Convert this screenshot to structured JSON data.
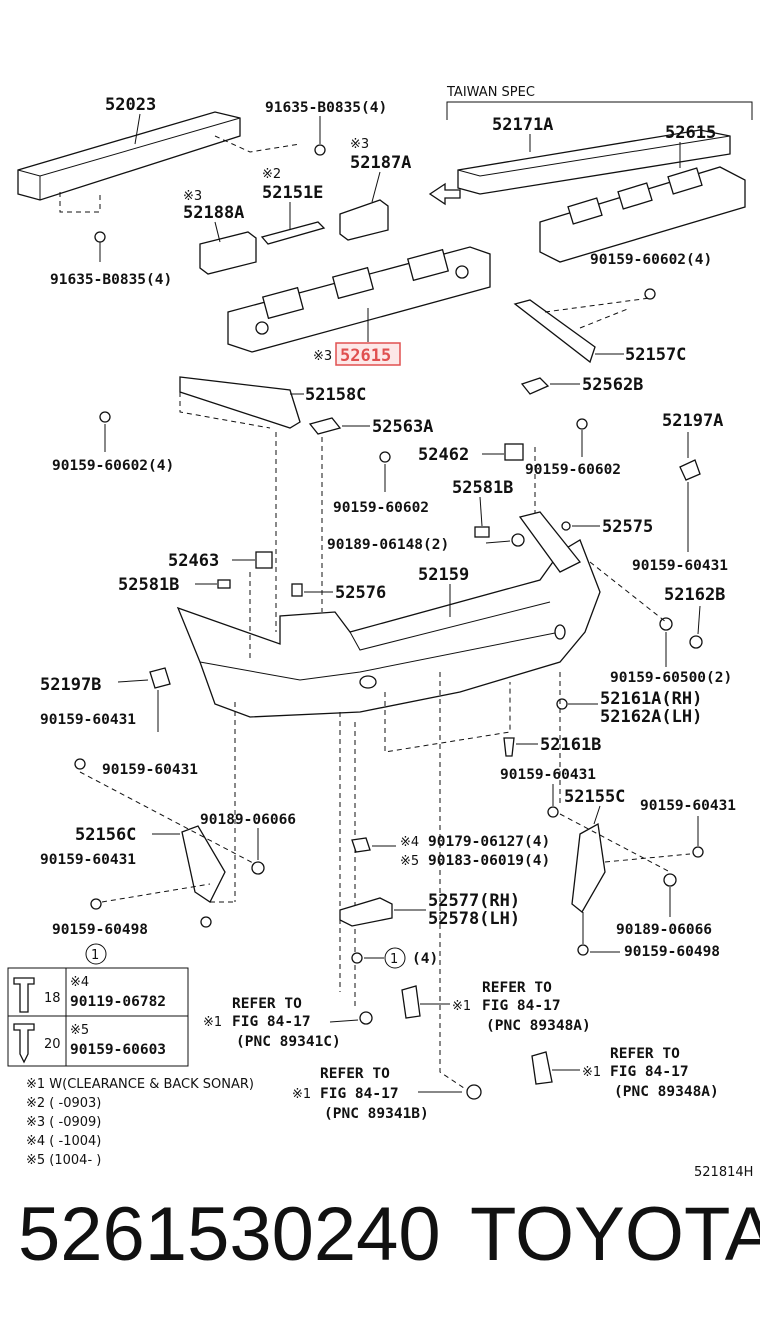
{
  "region_label": "TAIWAN SPEC",
  "illustration_code": "521814H",
  "parts": {
    "p52023": "52023",
    "bolt_top": "91635-B0835(4)",
    "bolt_left": "91635-B0835(4)",
    "p52171A": "52171A",
    "p52615_top": "52615",
    "p52187A": "52187A",
    "p52151E": "52151E",
    "p52188A": "52188A",
    "p52615_main": "52615",
    "clip_60602_4_right": "90159-60602(4)",
    "p52157C": "52157C",
    "p52158C": "52158C",
    "p52562B": "52562B",
    "p52563A": "52563A",
    "clip_60602_4_left": "90159-60602(4)",
    "p52197A": "52197A",
    "p52462": "52462",
    "clip_60602_right": "90159-60602",
    "clip_60602_mid": "90159-60602",
    "p52581B_top": "52581B",
    "p52575": "52575",
    "clip_06148": "90189-06148(2)",
    "clip_60431_r1": "90159-60431",
    "p52463": "52463",
    "p52159": "52159",
    "p52581B_left": "52581B",
    "p52576": "52576",
    "p52162B": "52162B",
    "clip_60500": "90159-60500(2)",
    "p52197B": "52197B",
    "p52161A": "52161A(RH)",
    "p52162A": "52162A(LH)",
    "clip_60431_l1": "90159-60431",
    "p52161B": "52161B",
    "clip_60431_l2": "90159-60431",
    "clip_60431_r2": "90159-60431",
    "p52155C": "52155C",
    "clip_60431_r3": "90159-60431",
    "p52156C": "52156C",
    "clip_06066_l": "90189-06066",
    "clip_06127": "90179-06127(4)",
    "clip_06019": "90183-06019(4)",
    "clip_60431_l3": "90159-60431",
    "p52577": "52577(RH)",
    "p52578": "52578(LH)",
    "clip_06066_r": "90189-06066",
    "clip_60498_l": "90159-60498",
    "clip_60498_r": "90159-60498",
    "circle1_qty": "(4)"
  },
  "marks": {
    "m1": "※1",
    "m2": "※2",
    "m3": "※3",
    "m4": "※4",
    "m5": "※5",
    "circle1": "1"
  },
  "legend_table": {
    "circle": "1",
    "row1_size": "18",
    "row1_mark": "※4",
    "row1_pn": "90119-06782",
    "row2_size": "20",
    "row2_mark": "※5",
    "row2_pn": "90159-60603"
  },
  "refs": {
    "ref1": {
      "l1": "REFER TO",
      "l2": "FIG 84-17",
      "l3": "(PNC 89341C)"
    },
    "ref2": {
      "l1": "REFER TO",
      "l2": "FIG 84-17",
      "l3": "(PNC 89348A)"
    },
    "ref3": {
      "l1": "REFER TO",
      "l2": "FIG 84-17",
      "l3": "(PNC 89348A)"
    },
    "ref4": {
      "l1": "REFER TO",
      "l2": "FIG 84-17",
      "l3": "(PNC 89341B)"
    }
  },
  "footnotes": [
    "※1 W(CLEARANCE & BACK SONAR)",
    "※2 (        -0903)",
    "※3 (        -0909)",
    "※4 (        -1004)",
    "※5 (1004-        )"
  ],
  "footer": {
    "part_number": "5261530240",
    "brand": "TOYOTA"
  }
}
